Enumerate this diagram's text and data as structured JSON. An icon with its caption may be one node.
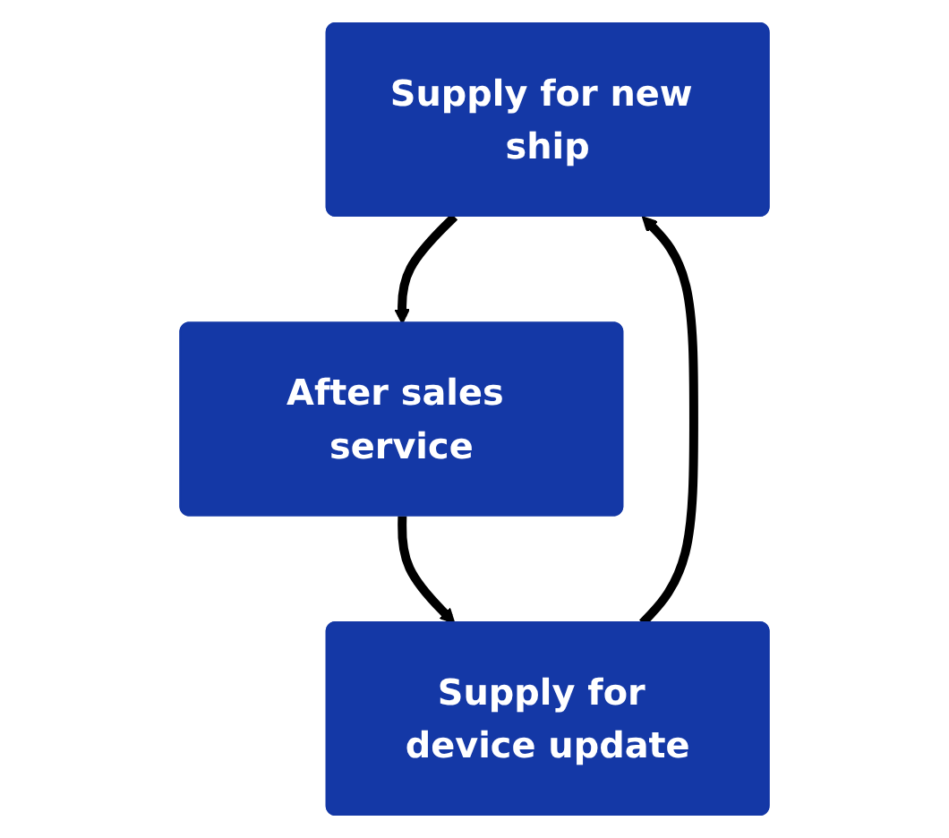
{
  "diagram": {
    "nodes": [
      {
        "text": [
          "Supply for new ship"
        ]
      },
      {
        "text": [
          "After sales service"
        ]
      },
      {
        "text": [
          "Supply for device update"
        ]
      }
    ],
    "edges": [
      {
        "from": 0,
        "to": 1,
        "arrow": "to"
      },
      {
        "from": 1,
        "to": 2,
        "arrow": "to"
      },
      {
        "from": 2,
        "to": 0,
        "arrow": "to"
      }
    ]
  }
}
